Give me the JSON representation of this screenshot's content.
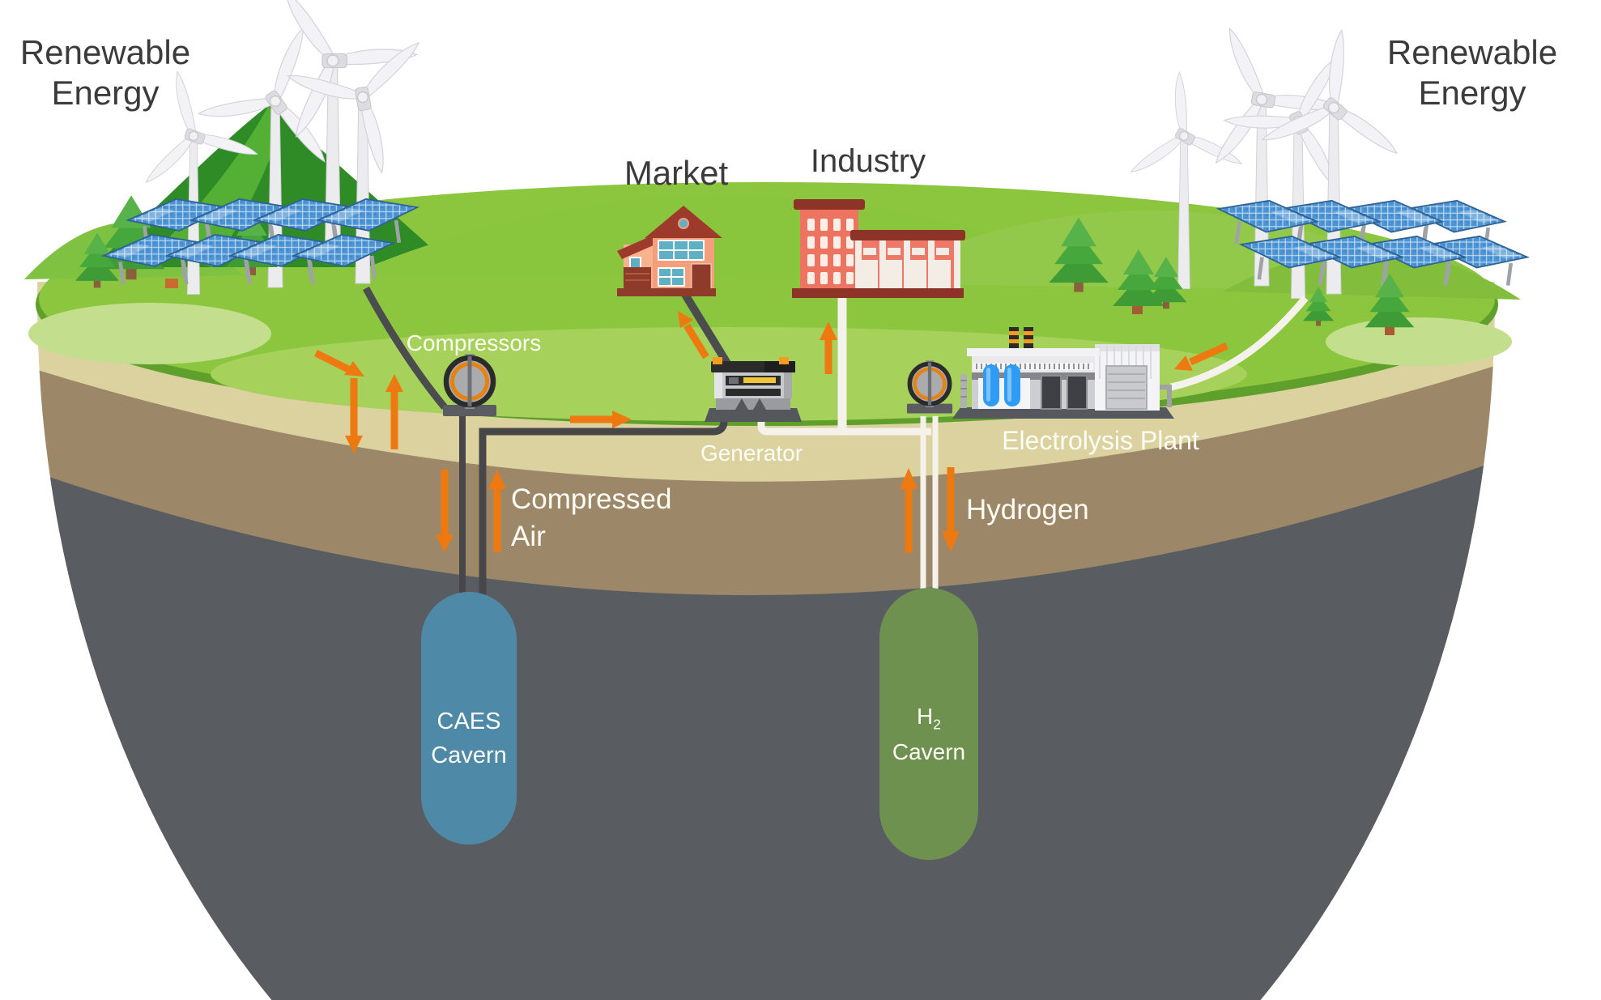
{
  "labels": {
    "renewable_left": {
      "line1": "Renewable",
      "line2": "Energy"
    },
    "renewable_right": {
      "line1": "Renewable",
      "line2": "Energy"
    },
    "market": "Market",
    "industry": "Industry",
    "compressors": "Compressors",
    "generator": "Generator",
    "electrolysis_plant": "Electrolysis Plant",
    "compressed_air": {
      "line1": "Compressed",
      "line2": "Air"
    },
    "hydrogen": "Hydrogen",
    "caes_cavern": {
      "line1": "CAES",
      "line2": "Cavern"
    },
    "h2_cavern": {
      "element": "H",
      "subscript": "2",
      "line2": "Cavern"
    }
  },
  "colors": {
    "accent_orange": "#EE7911",
    "caes_cavern_blue": "#4E8AA8",
    "h2_cavern_green": "#6F9150",
    "grass_green": "#8CC63F",
    "grass_rim_green": "#5FA02C",
    "soil_cream": "#DBD2A0",
    "soil_brown": "#9C8768",
    "rock_gray": "#595C61",
    "label_white": "#FDFDF6",
    "title_dark": "#3B3B3B",
    "solar_blue": "#4D94D4",
    "building_salmon": "#F49E7B",
    "building_red": "#EE7462",
    "roof_dark_red": "#9E3A2B"
  }
}
